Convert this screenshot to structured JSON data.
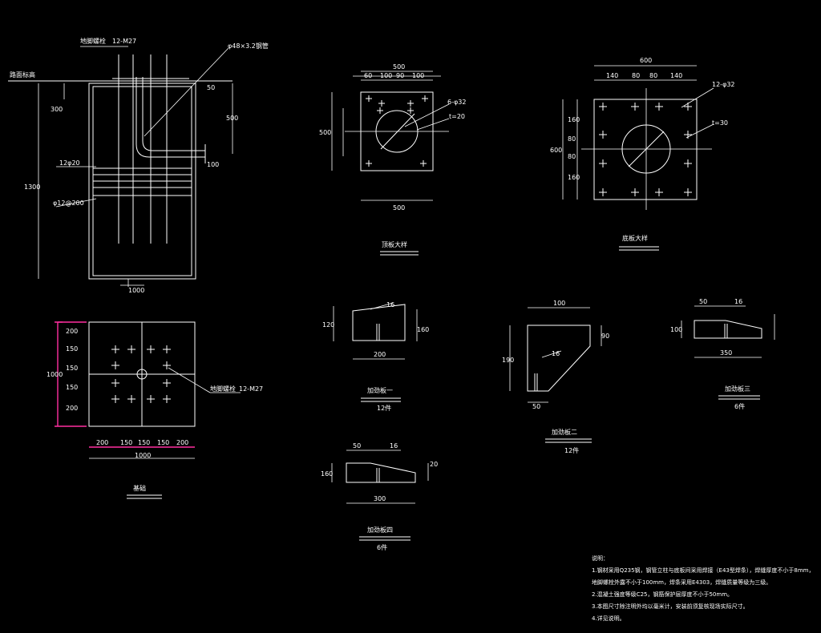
{
  "colors": {
    "background": "#000000",
    "line": "#ffffff",
    "accent": "#ff2fa0"
  },
  "views": {
    "elevation": {
      "label_anchor_bolt": "地脚螺栓",
      "label_bolt_spec": "12-M27",
      "label_pipe": "φ48×3.2钢管",
      "label_ground": "路面标高",
      "dim_300": "300",
      "dim_500": "500",
      "dim_100": "100",
      "dim_50": "50",
      "dim_1300": "1300",
      "dim_1000": "1000",
      "label_rebar1": "12φ20",
      "label_rebar2": "φ12@200"
    },
    "plan": {
      "label_bolt": "地脚螺栓",
      "label_bolt_spec": "12-M27",
      "dims_bottom": [
        "200",
        "150",
        "150",
        "150",
        "200"
      ],
      "dim_total": "1000",
      "dim_left": "1000",
      "dims_left": [
        "200",
        "150",
        "150",
        "150",
        "200"
      ],
      "title": "基础"
    },
    "plate1": {
      "dim_top": "500",
      "dims_top": [
        "60",
        "100",
        "90",
        "100"
      ],
      "dim_bottom": "500",
      "dim_left": "500",
      "label_holes": "6-φ32",
      "label_thick": "t=20",
      "title": "顶板大样"
    },
    "plate2": {
      "dim_top": "600",
      "dims_top": [
        "140",
        "80",
        "80",
        "140"
      ],
      "dim_left": "600",
      "dims_left": [
        "160",
        "80",
        "80",
        "160"
      ],
      "label_holes": "12-φ32",
      "label_thick": "t=30",
      "title": "底板大样"
    },
    "stiff1": {
      "dim_h": "120",
      "dim_slope": "16",
      "dim_r": "160",
      "dim_w": "200",
      "title": "加劲板一",
      "qty": "12件"
    },
    "stiff2": {
      "dim_top": "100",
      "dim_h": "190",
      "dim_r": "90",
      "dim_slope": "16",
      "dim_bottom": "50",
      "title": "加劲板二",
      "qty": "12件"
    },
    "stiff3": {
      "dim_a": "50",
      "dim_slope": "16",
      "dim_h": "100",
      "dim_w": "350",
      "title": "加劲板三",
      "qty": "6件"
    },
    "stiff4": {
      "dim_a": "50",
      "dim_slope": "16",
      "dim_h": "160",
      "dim_r": "20",
      "dim_w": "300",
      "title": "加劲板四",
      "qty": "6件"
    }
  },
  "notes": {
    "heading": "说明：",
    "lines": [
      "1.钢材采用Q235钢，钢管立柱与底板间采用焊接（E43型焊条），焊缝厚度不小于8mm，",
      "地脚螺栓外露不小于100mm，焊条采用E4303，焊缝质量等级为三级。",
      "2.混凝土强度等级C25，钢筋保护层厚度不小于50mm。",
      "3.本图尺寸除注明外均以毫米计，安装前须复核现场实际尺寸。",
      "4.详见说明。"
    ]
  }
}
